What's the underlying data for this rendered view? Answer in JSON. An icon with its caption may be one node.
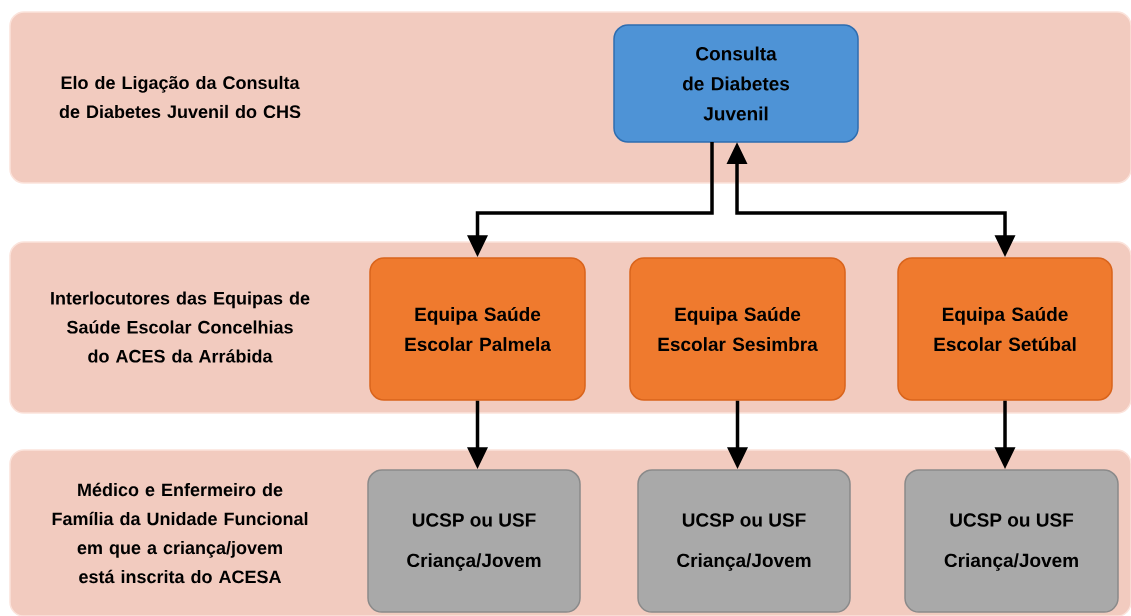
{
  "diagram": {
    "nodes": [
      {
        "text": [
          "Elo de Ligação da Consulta de Diabetes Juvenil do CHS"
        ]
      },
      {
        "text": [
          "Consulta de Diabetes Juvenil"
        ],
        "in": 0
      },
      {
        "text": [
          "Interlocutores das Equipas de Saúde Escolar Concelhias do ACES da Arrábida"
        ]
      },
      {
        "text": [
          "Equipa Saúde Escolar Palmela"
        ],
        "in": 2
      },
      {
        "text": [
          "Equipa Saúde Escolar Sesimbra"
        ],
        "in": 2
      },
      {
        "text": [
          "Equipa Saúde Escolar Setúbal"
        ],
        "in": 2
      },
      {
        "text": [
          "Médico e Enfermeiro de Família da Unidade Funcional em que a criança/jovem está inscrita do ACESA"
        ]
      },
      {
        "text": [
          "UCSP ou USF",
          "Criança/Jovem"
        ],
        "in": 6
      },
      {
        "text": [
          "UCSP ou USF",
          "Criança/Jovem"
        ],
        "in": 6
      },
      {
        "text": [
          "UCSP ou USF",
          "Criança/Jovem"
        ],
        "in": 6
      }
    ],
    "edges": [
      {
        "from": 1,
        "to": 3,
        "arrow": "to"
      },
      {
        "from": 5,
        "to": 1,
        "arrow": "both"
      },
      {
        "from": 3,
        "to": 7,
        "arrow": "to"
      },
      {
        "from": 4,
        "to": 8,
        "arrow": "to"
      },
      {
        "from": 5,
        "to": 9,
        "arrow": "to"
      }
    ]
  }
}
